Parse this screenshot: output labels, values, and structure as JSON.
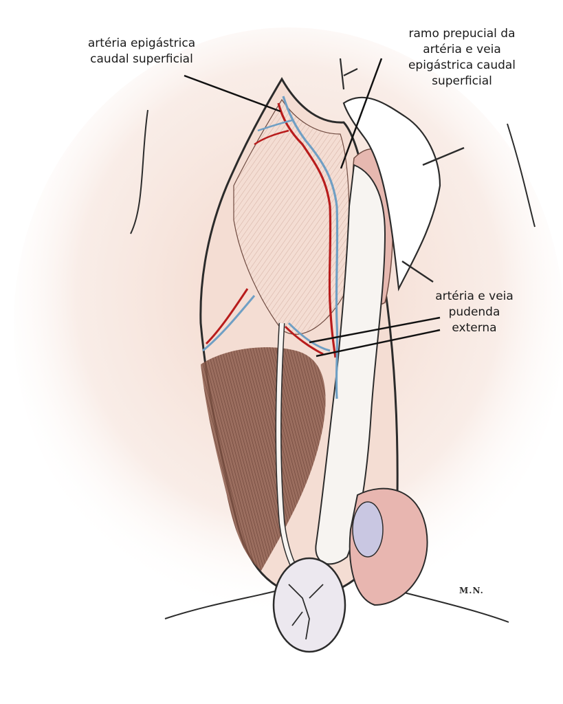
{
  "labels": {
    "superficial_caudal_epigastric_artery": [
      "artéria epigástrica",
      "caudal superficial"
    ],
    "preputial_branch": [
      "ramo prepucial da",
      "artéria e veia",
      "epigástrica caudal",
      "superficial"
    ],
    "external_pudendal": [
      "artéria e veia",
      "pudenda",
      "externa"
    ]
  },
  "signature": "M.N.",
  "colors": {
    "artery": "#b81c1c",
    "vein": "#6f9fc4",
    "muscle_dark": "#8b5a4a",
    "skin_tone": "#efd8cc",
    "outline": "#2b2b2b"
  }
}
